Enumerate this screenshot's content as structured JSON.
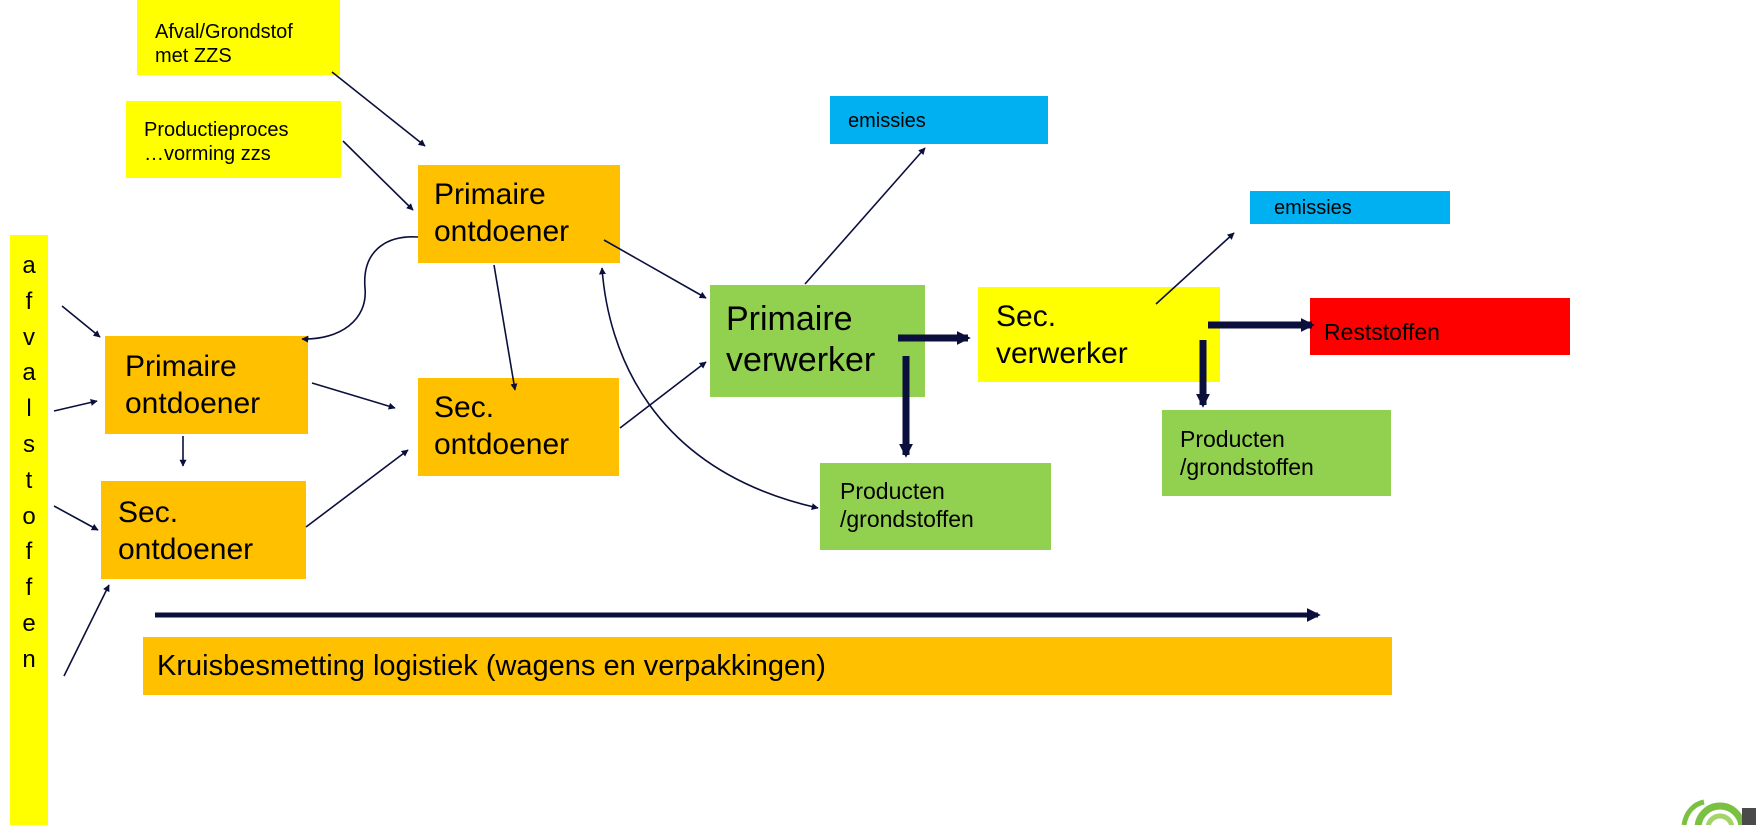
{
  "sources": {
    "waste_raw_material": "Afval/Grondstof\nmet ZZS",
    "production_process": "Productieproces\n…vorming zzs"
  },
  "waste_stream_vertical": [
    "a",
    "f",
    "v",
    "a",
    "l",
    "s",
    "t",
    "o",
    "f",
    "f",
    "e",
    "n"
  ],
  "nodes": {
    "primary_disposer_top": "Primaire\nontdoener",
    "primary_disposer_left": "Primaire\nontdoener",
    "secondary_disposer_mid": "Sec.\nontdoener",
    "secondary_disposer_left": "Sec.\nontdoener",
    "primary_processor": "Primaire\nverwerker",
    "secondary_processor": "Sec.\nverwerker",
    "emissions_1": "emissies",
    "emissions_2": "emissies",
    "products_1": "Producten\n/grondstoffen",
    "products_2": "Producten\n/grondstoffen",
    "residues": "Reststoffen"
  },
  "cross_contamination": "Kruisbesmetting logistiek (wagens en verpakkingen)",
  "colors": {
    "orange": "#ffc000",
    "yellow": "#ffff00",
    "green": "#92d050",
    "blue": "#00b0f0",
    "red": "#ff0000",
    "arrow": "#0a0f3c"
  },
  "logo_icon": "leaf-logo-icon"
}
